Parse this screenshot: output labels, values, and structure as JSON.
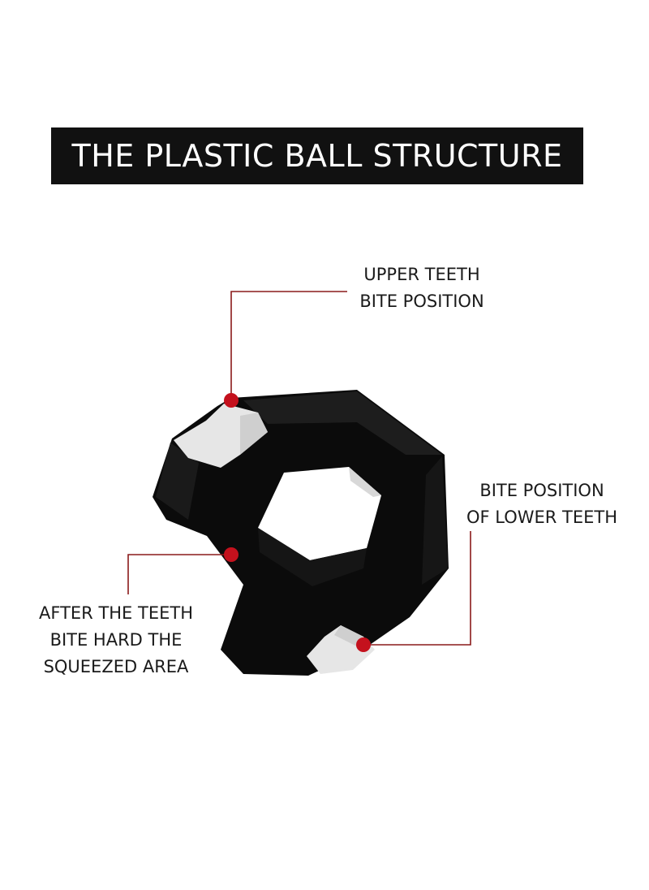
{
  "title": "THE PLASTIC BALL STRUCTURE",
  "callouts": {
    "upper_teeth": {
      "line1": "UPPER TEETH",
      "line2": "BITE POSITION"
    },
    "lower_teeth": {
      "line1": "BITE POSITION",
      "line2": "OF LOWER TEETH"
    },
    "squeezed_area": {
      "line1": "AFTER THE TEETH",
      "line2": "BITE HARD THE",
      "line3": "SQUEEZED AREA"
    }
  },
  "colors": {
    "title_background": "#111111",
    "title_text": "#ffffff",
    "leader_line": "#8a1a1a",
    "marker_dot": "#c4111d",
    "object_body": "#0b0b0b",
    "bite_pad": "#e6e6e6"
  }
}
